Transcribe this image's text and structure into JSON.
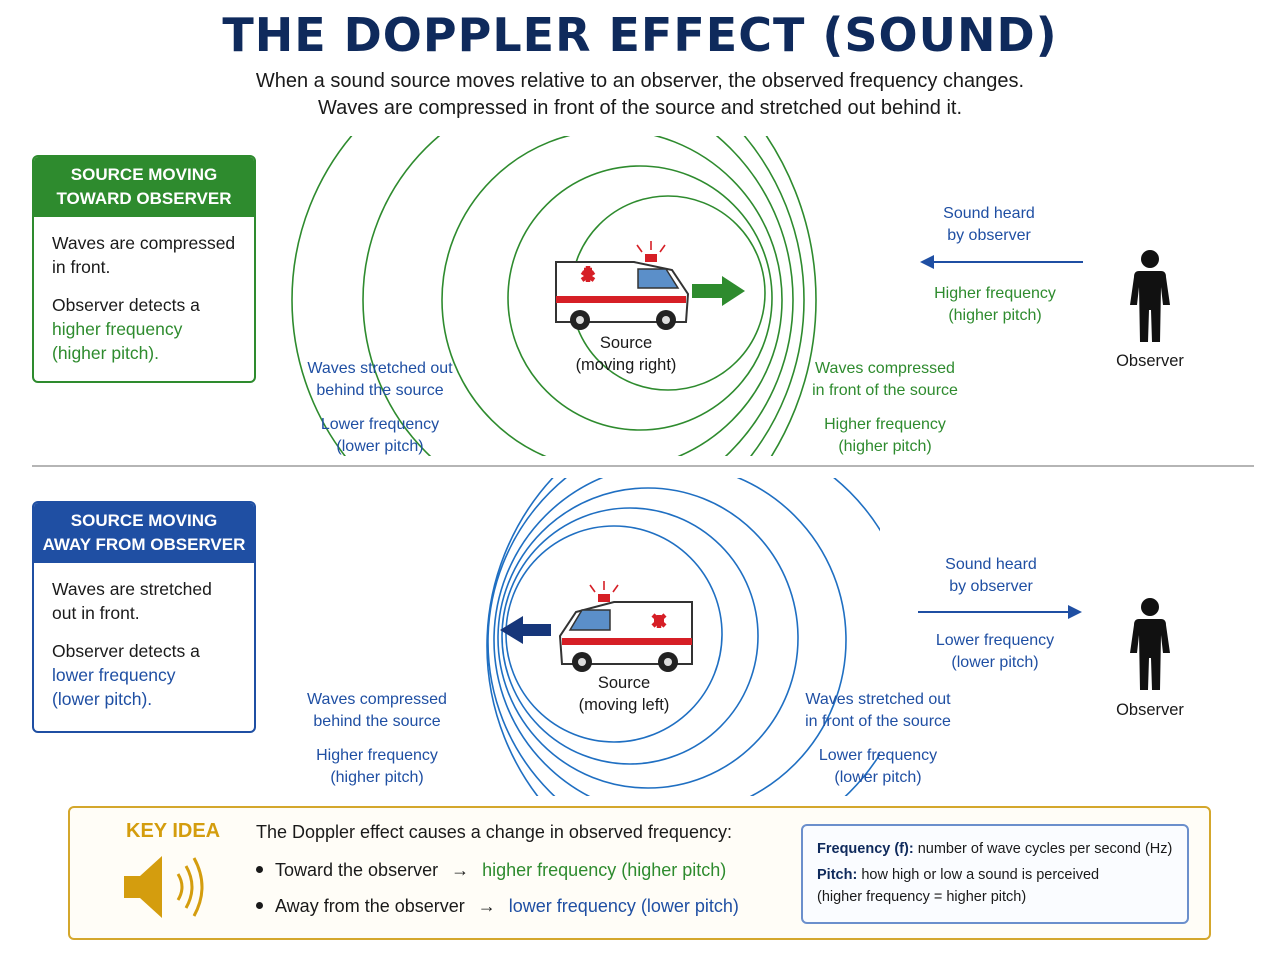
{
  "title": "THE DOPPLER EFFECT (SOUND)",
  "subtitle_line1": "When a sound source moves relative to an observer, the observed frequency changes.",
  "subtitle_line2": "Waves are compressed in front of the source and stretched out behind it.",
  "colors": {
    "green": "#2e8b2e",
    "blue": "#1f4fa3",
    "navy": "#0f2a5c",
    "gold": "#d4a72c",
    "red": "#d61f26"
  },
  "toward": {
    "header_line1": "SOURCE MOVING",
    "header_line2": "TOWARD OBSERVER",
    "p1_line1": "Waves are compressed",
    "p1_line2": "in front.",
    "p2_line1": "Observer detects a",
    "p2_line2": "higher frequency",
    "p2_line3": "(higher pitch).",
    "left_l1": "Waves stretched out",
    "left_l2": "behind the source",
    "left_f1": "Lower frequency",
    "left_f2": "(lower pitch)",
    "right_l1": "Waves compressed",
    "right_l2": "in front of the source",
    "right_f1": "Higher frequency",
    "right_f2": "(higher pitch)",
    "source_l1": "Source",
    "source_l2": "(moving right)",
    "heard_l1": "Sound heard",
    "heard_l2": "by observer",
    "heard_f1": "Higher frequency",
    "heard_f2": "(higher pitch)",
    "observer": "Observer"
  },
  "away": {
    "header_line1": "SOURCE MOVING",
    "header_line2": "AWAY FROM OBSERVER",
    "p1_line1": "Waves are stretched",
    "p1_line2": "out in front.",
    "p2_line1": "Observer detects a",
    "p2_line2": "lower frequency",
    "p2_line3": "(lower pitch).",
    "left_l1": "Waves compressed",
    "left_l2": "behind the source",
    "left_f1": "Higher frequency",
    "left_f2": "(higher pitch)",
    "right_l1": "Waves stretched out",
    "right_l2": "in front of the source",
    "right_f1": "Lower frequency",
    "right_f2": "(lower pitch)",
    "source_l1": "Source",
    "source_l2": "(moving left)",
    "heard_l1": "Sound heard",
    "heard_l2": "by observer",
    "heard_f1": "Lower frequency",
    "heard_f2": "(lower pitch)",
    "observer": "Observer"
  },
  "key": {
    "title": "KEY IDEA",
    "main": "The Doppler effect causes a change in observed frequency:",
    "b1_pre": "Toward the observer",
    "b1_arrow": "→",
    "b1_post": "higher frequency (higher pitch)",
    "b2_pre": "Away from the observer",
    "b2_arrow": "→",
    "b2_post": "lower frequency (lower pitch)",
    "def1_term": "Frequency (f):",
    "def1_text": "number of wave cycles per second (Hz)",
    "def2_term": "Pitch:",
    "def2_text": "how high or low a sound is perceived",
    "def2_text2": "(higher frequency = higher pitch)"
  }
}
